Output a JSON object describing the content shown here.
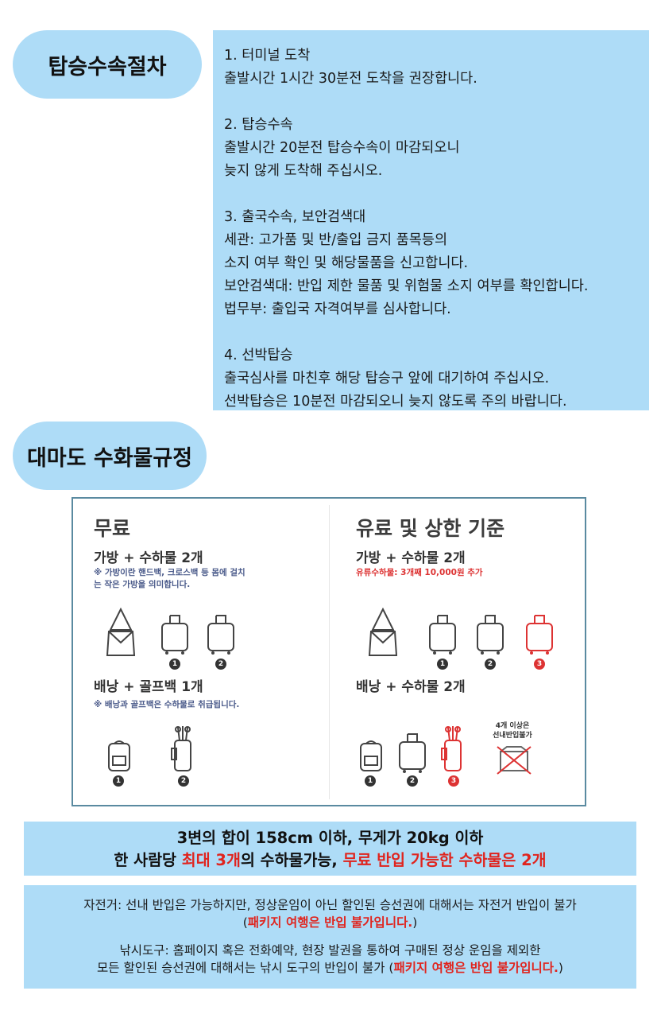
{
  "section1": {
    "title": "탑승수속절차"
  },
  "procedure": {
    "steps": [
      {
        "title": "1. 터미널 도착",
        "lines": [
          "출발시간 1시간 30분전 도착을 권장합니다."
        ]
      },
      {
        "title": "2. 탑승수속",
        "lines": [
          "출발시간 20분전 탑승수속이 마감되오니",
          "늦지 않게 도착해 주십시오."
        ]
      },
      {
        "title": "3. 출국수속, 보안검색대",
        "lines": [
          "세관: 고가품 및 반/출입 금지 품목등의",
          "소지 여부 확인 및 해당물품을 신고합니다.",
          "보안검색대: 반입 제한 물품 및 위험물 소지 여부를 확인합니다.",
          "법무부: 출입국 자격여부를 심사합니다."
        ]
      },
      {
        "title": "4. 선박탑승",
        "lines": [
          "출국심사를 마친후 해당 탑승구 앞에 대기하여 주십시오.",
          "선박탑승은 10분전 마감되오니 늦지 않도록 주의 바랍니다."
        ]
      }
    ]
  },
  "section2": {
    "title": "대마도 수화물규정"
  },
  "baggage": {
    "free": {
      "title": "무료",
      "rule1": "가방 + 수하물 2개",
      "note1": [
        "※  가방이란 핸드백, 크로스백 등 몸에 걸치",
        "     는 작은 가방을 의미합니다."
      ],
      "rule2": "배낭 + 골프백 1개",
      "note2": "※  배낭과 골프백은 수하물로 취급됩니다."
    },
    "paid": {
      "title": "유료 및 상한 기준",
      "rule1": "가방 + 수하물 2개",
      "note1": "유류수하물: 3개째 10,000원  추가",
      "rule2": "배낭 + 수하물 2개",
      "note2": [
        "4개 이상은",
        "선내반입불가"
      ]
    },
    "badges": [
      "1",
      "2",
      "3"
    ]
  },
  "summary": {
    "line1": "3변의 합이 158cm 이하, 무게가 20kg 이하",
    "line2_a": "한 사람당 ",
    "line2_b": "최대 3개",
    "line2_c": "의 수하물가능, ",
    "line2_d": "무료 반입 가능한 수하물은 2개"
  },
  "notice": {
    "bike_1": "자전거: 선내 반입은 가능하지만, 정상운임이 아닌 할인된 승선권에 대해서는 자전거 반입이 불가",
    "bike_2a": "(",
    "bike_2b": "패키지 여행은 반입 불가입니다.",
    "bike_2c": ")",
    "fish_1": "낚시도구: 홈페이지 혹은 전화예약, 현장 발권을 통하여 구매된 정상 운임을 제외한",
    "fish_2a": "모든 할인된 승선권에 대해서는 낚시 도구의 반입이 불가 (",
    "fish_2b": "패키지 여행은 반입 불가입니다.",
    "fish_2c": ")"
  },
  "colors": {
    "accent_bg": "#aedcf7",
    "alert_red": "#e0241e",
    "panel_border": "#5a8aa0"
  }
}
